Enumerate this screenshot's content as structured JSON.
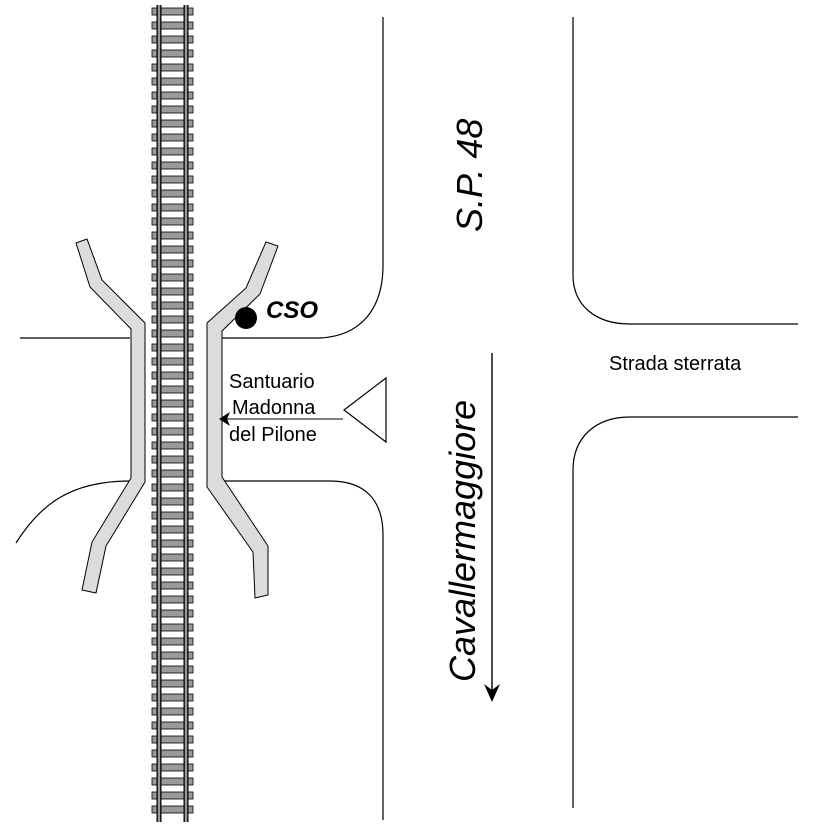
{
  "labels": {
    "road_name": "S.P. 48",
    "station_code": "CSO",
    "landmark_line1": "Santuario",
    "landmark_line2": "Madonna",
    "landmark_line3": "del Pilone",
    "direction_town": "Cavallermaggiore",
    "side_road": "Strada sterrata"
  },
  "colors": {
    "line": "#000000",
    "rail_fill": "#9a9a9a",
    "platform_fill": "#dcdcdc",
    "background": "#ffffff"
  }
}
